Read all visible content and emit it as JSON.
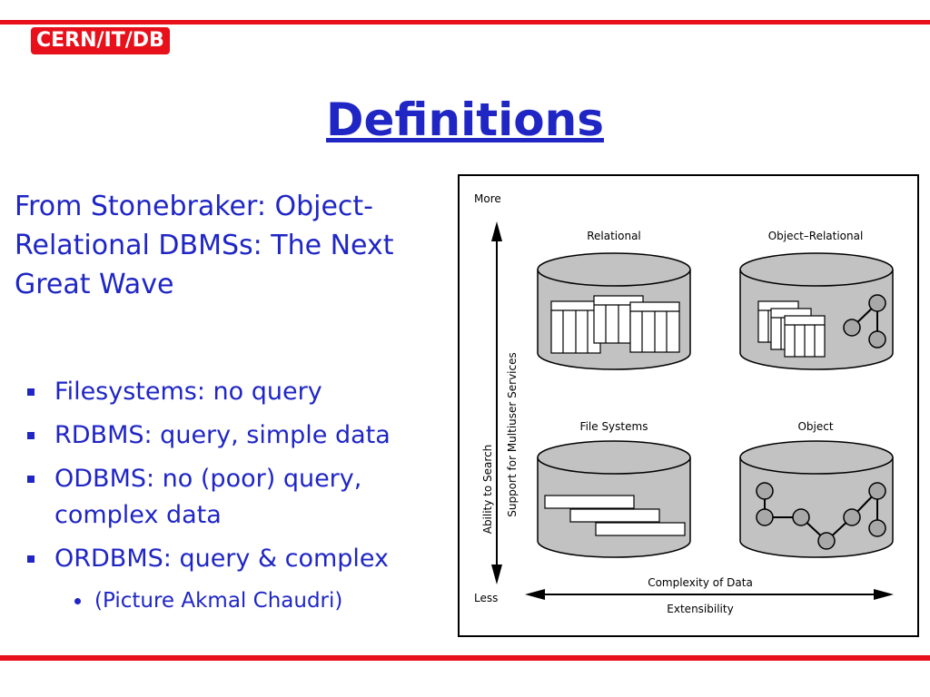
{
  "header": {
    "org": "CERN/IT/DB"
  },
  "slide": {
    "title": "Definitions",
    "subtitle": "From Stonebraker: Object-Relational DBMSs: The Next Great Wave",
    "bullets": [
      "Filesystems: no query",
      "RDBMS: query, simple data",
      "ODBMS: no (poor) query, complex data",
      "ORDBMS: query & complex"
    ],
    "sub_bullet": "(Picture Akmal Chaudri)"
  },
  "diagram": {
    "top_label": "More",
    "bottom_label": "Less",
    "y_label_1": "Ability to Search",
    "y_label_2": "Support for Multiuser Services",
    "x_label_1": "Complexity of Data",
    "x_label_2": "Extensibility",
    "quadrants": {
      "relational": "Relational",
      "object_relational": "Object–Relational",
      "file_systems": "File Systems",
      "object": "Object"
    },
    "colors": {
      "cylinder_fill": "#c2c2c2",
      "node_fill": "#a8a8a8"
    }
  }
}
